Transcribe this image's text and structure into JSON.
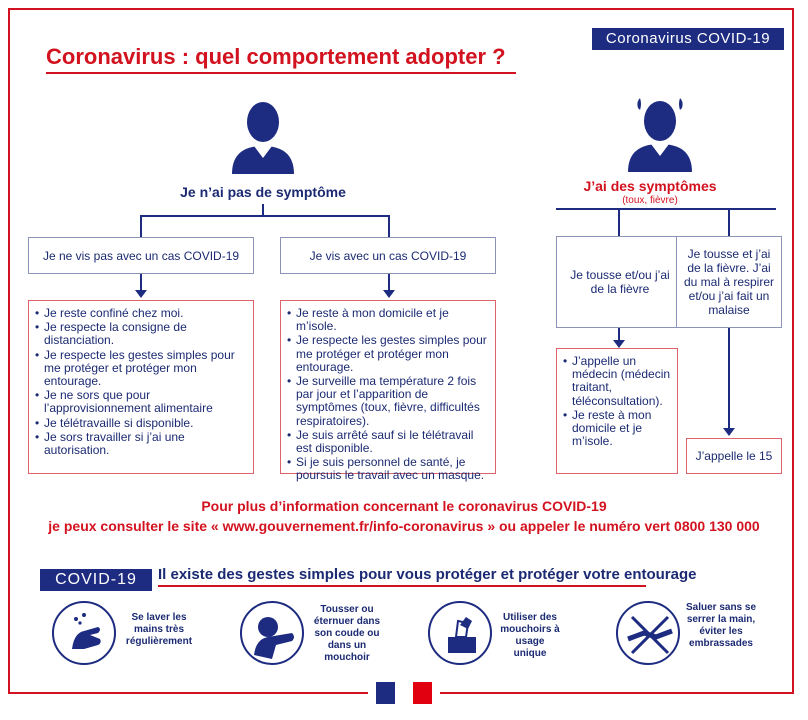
{
  "header": {
    "tag": "Coronavirus COVID-19",
    "title": "Coronavirus : quel comportement adopter ?"
  },
  "left_branch": {
    "label": "Je n’ai pas de symptôme",
    "case1": {
      "title": "Je ne vis pas avec un cas COVID-19",
      "items": [
        "Je reste confiné chez moi.",
        "Je respecte la consigne de distanciation.",
        "Je respecte les gestes simples pour me protéger et protéger mon entourage.",
        "Je ne sors que pour l’approvisionnement alimentaire",
        "Je télétravaille si disponible.",
        "Je sors travailler si j’ai une autorisation."
      ]
    },
    "case2": {
      "title": "Je vis avec un cas COVID-19",
      "items": [
        "Je reste à mon domicile et je m’isole.",
        "Je respecte les gestes simples pour me protéger et protéger mon entourage.",
        "Je surveille ma température 2 fois par jour et l’apparition de symptômes (toux, fièvre, difficultés respiratoires).",
        "Je suis arrêté sauf si le télétravail est disponible.",
        "Si je suis personnel de santé, je poursuis le travail avec un masque."
      ]
    }
  },
  "right_branch": {
    "label": "J’ai des symptômes",
    "sublabel": "(toux, fièvre)",
    "case1": {
      "title": "Je tousse et/ou j’ai de la fièvre",
      "items": [
        "J’appelle un médecin (médecin traitant, téléconsultation).",
        "Je reste à mon domicile et je m’isole."
      ]
    },
    "case2": {
      "title": "Je tousse et j’ai de la fièvre. J’ai du mal à respirer et/ou j’ai fait un malaise",
      "action": "J’appelle le 15"
    }
  },
  "info": {
    "line1": "Pour plus d’information concernant le coronavirus COVID-19",
    "line2": "je peux consulter le site « www.gouvernement.fr/info-coronavirus » ou appeler le numéro vert 0800 130 000"
  },
  "gestes": {
    "tag": "COVID-19",
    "title": "Il existe des gestes simples pour vous protéger et protéger votre entourage",
    "items": [
      {
        "icon": "hand-washing-icon",
        "text": "Se laver les mains très régulièrement"
      },
      {
        "icon": "elbow-cough-icon",
        "text": "Tousser ou éternuer dans son coude ou dans un mouchoir"
      },
      {
        "icon": "tissue-box-icon",
        "text": "Utiliser des mouchoirs à usage unique"
      },
      {
        "icon": "no-handshake-icon",
        "text": "Saluer sans se serrer la main, éviter les embrassades"
      }
    ]
  },
  "colors": {
    "red": "#d3121f",
    "navy": "#1d2b80"
  }
}
